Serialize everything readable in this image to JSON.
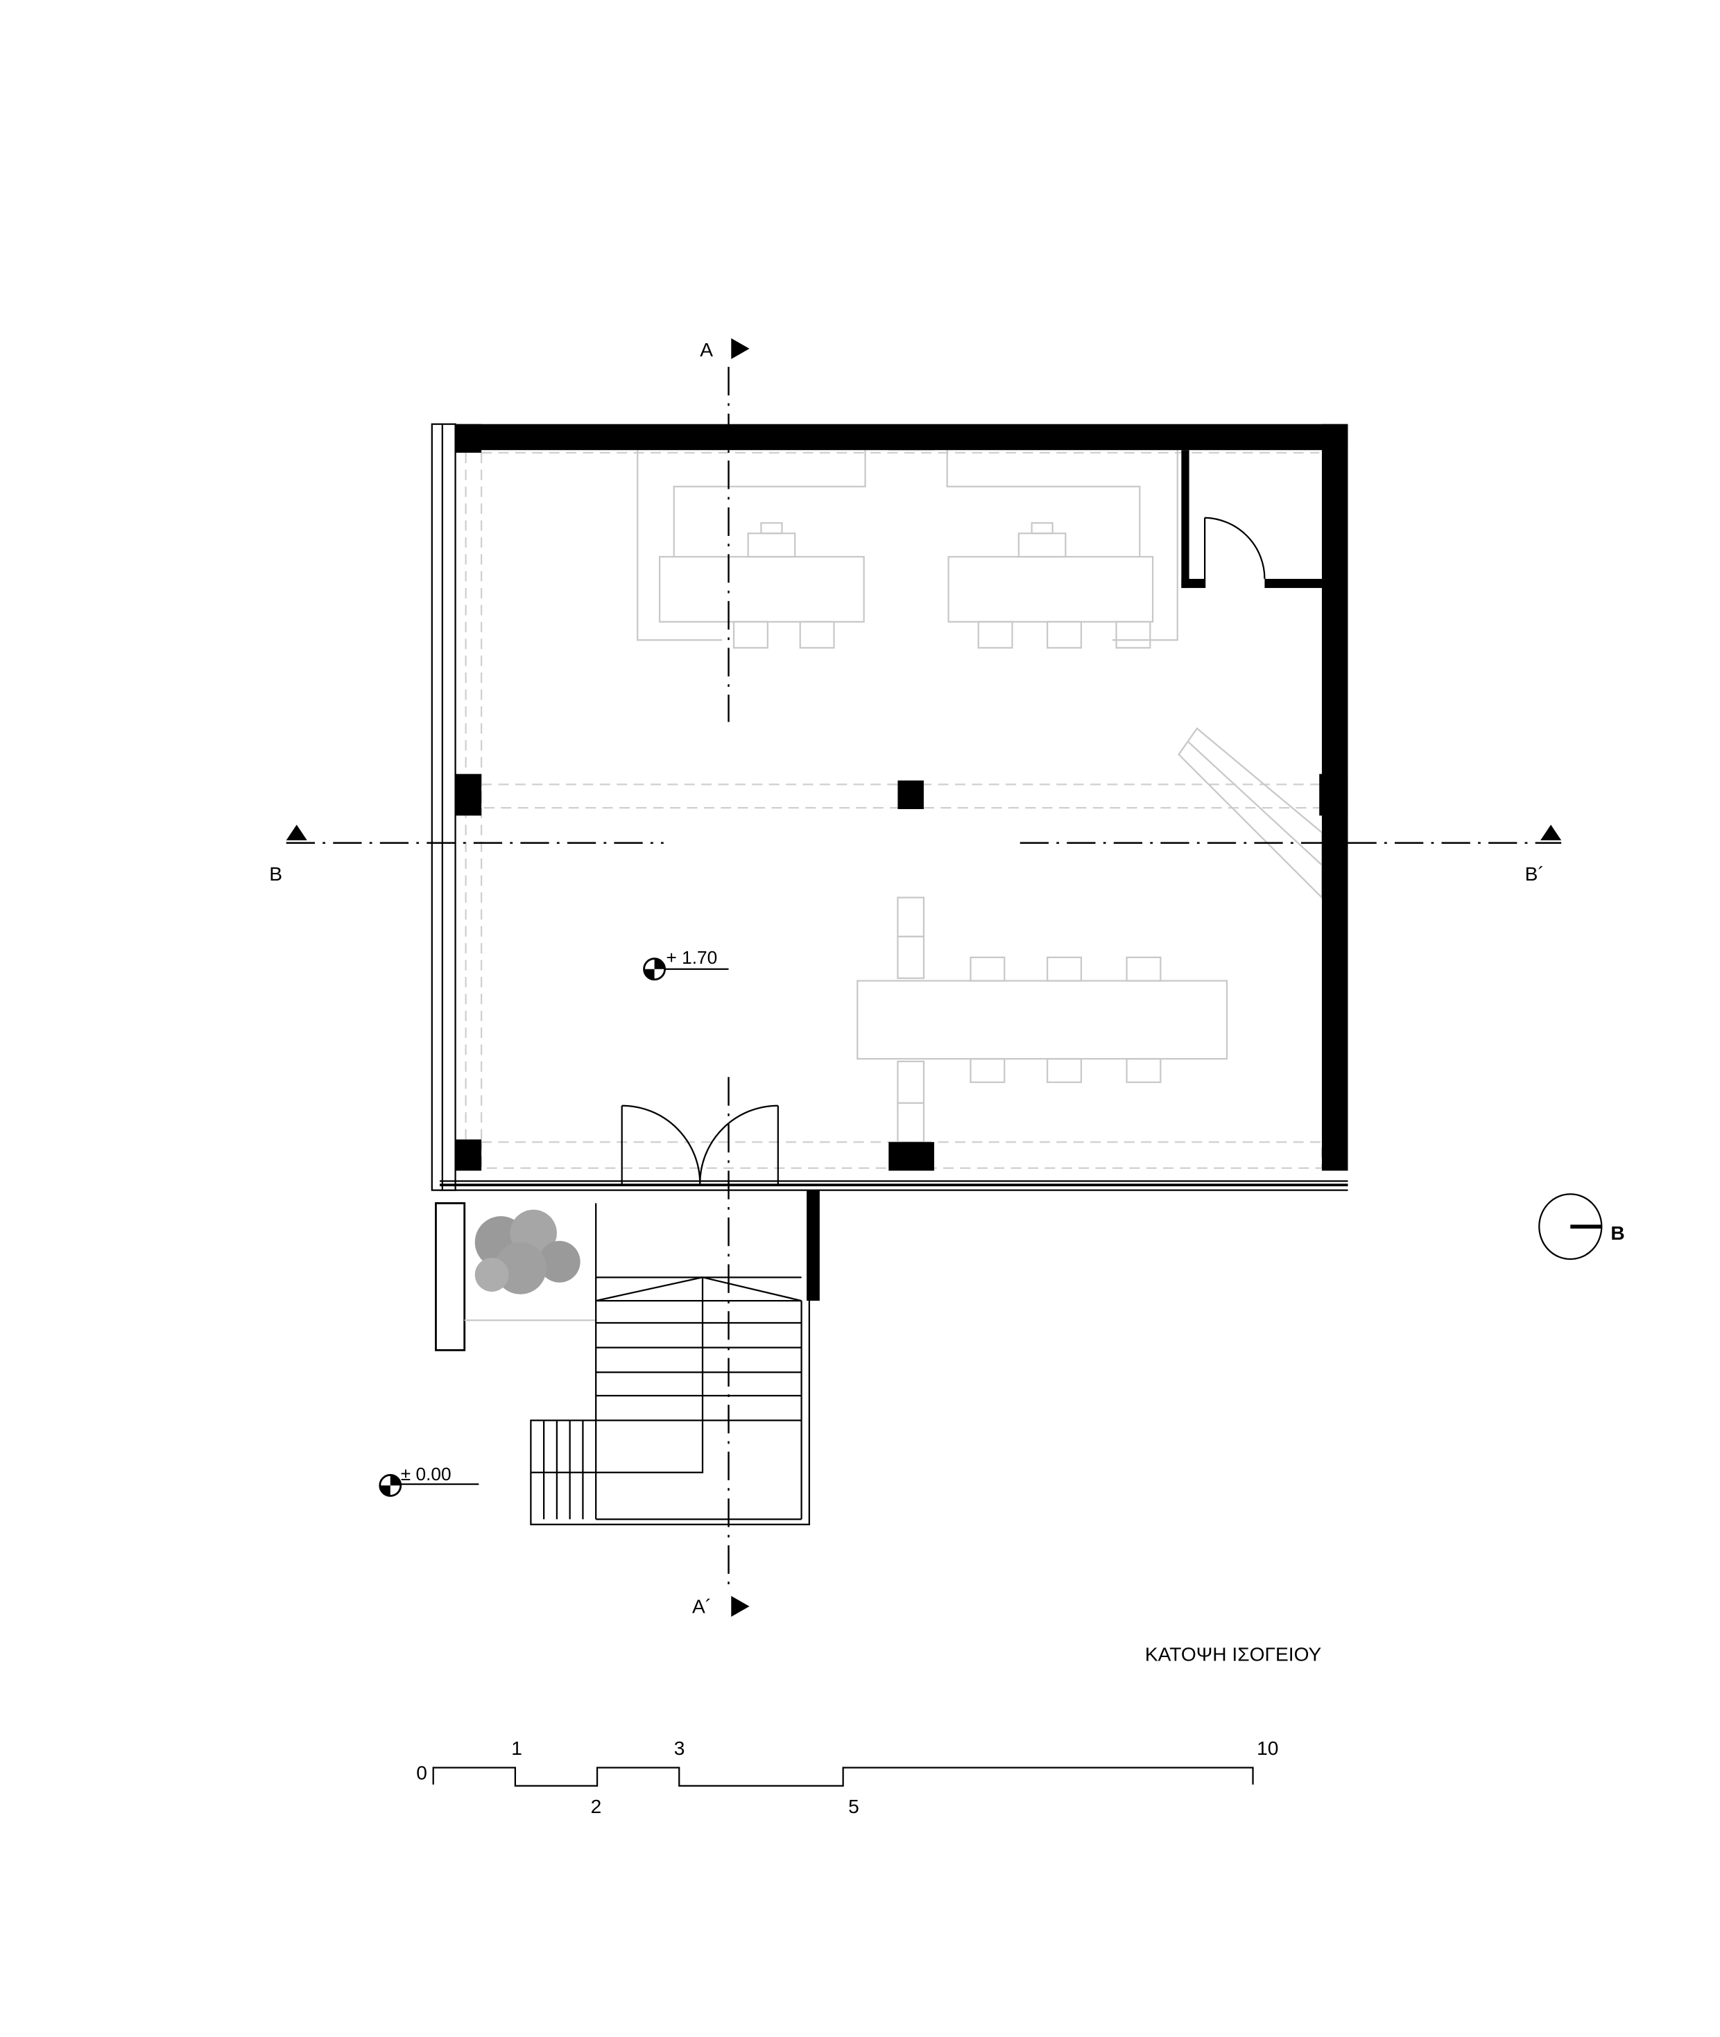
{
  "drawing": {
    "title": "ΚΑΤΟΨΗ ΙΣΟΓΕΙΟΥ",
    "sections": {
      "a_start": "A",
      "a_end": "A´",
      "b_start": "B",
      "b_end": "B´"
    },
    "levels": {
      "upper": "+ 1.70",
      "ground": "± 0.00"
    },
    "orientation_marker": "B",
    "scale_bar": {
      "ticks_top": [
        "0",
        "1",
        "3",
        "10"
      ],
      "ticks_bottom": [
        "2",
        "5"
      ],
      "unit_values": [
        0,
        1,
        2,
        3,
        5,
        10
      ]
    },
    "colors": {
      "walls": "#000000",
      "furniture": "#c8c8c8",
      "tree": "#9a9a9a"
    }
  }
}
